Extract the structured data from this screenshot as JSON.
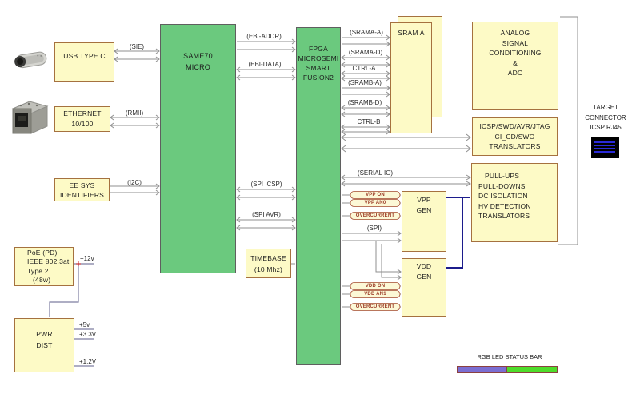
{
  "blocks": {
    "usb": {
      "label": "USB TYPE C"
    },
    "ethernet": {
      "lines": [
        "ETHERNET",
        "10/100"
      ]
    },
    "ee_sys": {
      "lines": [
        "EE SYS",
        "IDENTIFIERS"
      ]
    },
    "poe": {
      "lines": [
        "PoE (PD)",
        "IEEE 802.3at",
        "Type 2",
        "(48w)"
      ]
    },
    "pwr_dist": {
      "lines": [
        "PWR",
        "DIST"
      ]
    },
    "same70": {
      "lines": [
        "SAME70",
        "MICRO"
      ]
    },
    "fpga": {
      "lines": [
        "FPGA",
        "MICROSEMI",
        "SMART",
        "FUSION2"
      ]
    },
    "timebase": {
      "lines": [
        "TIMEBASE",
        "(10 Mhz)"
      ]
    },
    "sram_a": {
      "label": "SRAM A"
    },
    "analog": {
      "lines": [
        "ANALOG",
        "SIGNAL",
        "CONDITIONING",
        "&",
        "ADC"
      ]
    },
    "icsp_translators": {
      "lines": [
        "ICSP/SWD/AVR/JTAG",
        "CI_CD/SWO",
        "TRANSLATORS"
      ]
    },
    "pull_ups": {
      "lines": [
        "PULL-UPS",
        "PULL-DOWNS",
        "DC ISOLATION",
        "HV DETECTION",
        "TRANSLATORS"
      ]
    },
    "vpp_gen": {
      "lines": [
        "VPP",
        "GEN"
      ]
    },
    "vdd_gen": {
      "lines": [
        "VDD",
        "GEN"
      ]
    }
  },
  "bus_labels": {
    "sie": "(SIE)",
    "rmii": "(RMII)",
    "i2c": "(I2C)",
    "ebi_addr": "(EBI-ADDR)",
    "ebi_data": "(EBI-DATA)",
    "spi_icsp": "(SPI ICSP)",
    "spi_avr": "(SPI AVR)",
    "srama_a": "(SRAMA-A)",
    "srama_d": "(SRAMA-D)",
    "ctrl_a": "CTRL-A",
    "sramb_a": "(SRAMB-A)",
    "sramb_d": "(SRAMB-D)",
    "ctrl_b": "CTRL-B",
    "serial_io": "(SERIAL IO)",
    "spi": "(SPI)"
  },
  "signal_capsules": {
    "vpp_on": "VPP ON",
    "vpp_an0": "VPP AN0",
    "vpp_overcurrent": "OVERCURRENT",
    "vdd_on": "VDD ON",
    "vdd_an1": "VDD AN1",
    "vdd_overcurrent": "OVERCURRENT"
  },
  "power_labels": {
    "v12": "+12v",
    "v5": "+5v",
    "v3_3": "+3.3V",
    "v1_2": "+1.2V"
  },
  "target_connector": {
    "lines": [
      "TARGET",
      "CONNECTOR",
      "ICSP RJ45"
    ]
  },
  "led_bar": {
    "label": "RGB LED STATUS BAR"
  },
  "colors": {
    "block_yellow": "#fdfac6",
    "block_green": "#6bc97e",
    "wire_grey": "#8f8f8f",
    "wire_blue": "#1c1c8c",
    "capsule_red": "#9c3c28",
    "led_purple": "#7b6ed2",
    "led_green": "#4edc2b",
    "rj45_blue": "#2a2ad8"
  }
}
